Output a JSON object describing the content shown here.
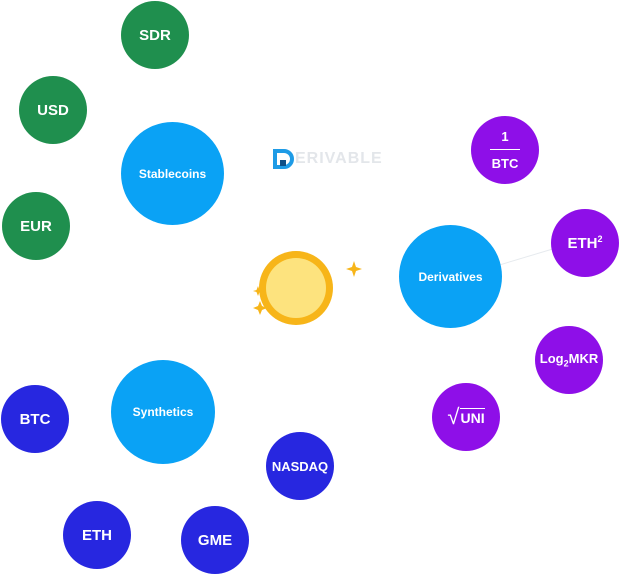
{
  "logo": {
    "text": "ERIVABLE"
  },
  "hubs": {
    "stablecoins": "Stablecoins",
    "derivatives": "Derivatives",
    "synthetics": "Synthetics"
  },
  "stablecoins": [
    "SDR",
    "USD",
    "EUR"
  ],
  "derivatives": {
    "inverse_btc": {
      "numerator": "1",
      "denominator": "BTC"
    },
    "eth_squared": {
      "base": "ETH",
      "exponent": "2"
    },
    "log_mkr": {
      "func": "Log",
      "subscript": "2",
      "arg": "MKR"
    },
    "sqrt_uni": {
      "arg": "UNI"
    }
  },
  "synthetics": [
    "BTC",
    "ETH",
    "GME",
    "NASDAQ"
  ],
  "colors": {
    "stablecoin_assets": "#1f8f4e",
    "hubs": "#0aa2f5",
    "derivative_assets": "#8e0fe8",
    "synthetic_assets": "#2727e0",
    "sun_outer": "#f7b519",
    "sun_inner": "#fde37e",
    "logo_accent": "#1e9be6"
  }
}
